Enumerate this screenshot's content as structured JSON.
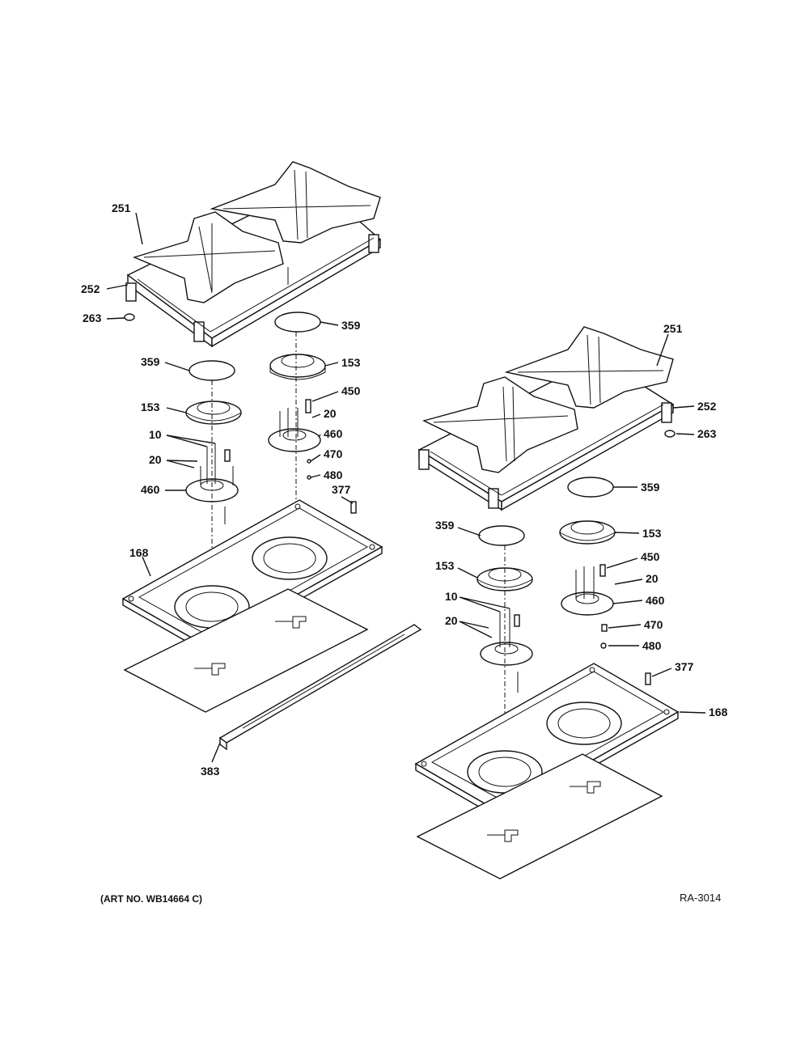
{
  "callouts": {
    "left": {
      "grate": "251",
      "grate_frame": "252",
      "foot": "263",
      "cap_rear": "359",
      "head_rear": "153",
      "cap_front": "359",
      "head_front": "153",
      "electrode_rear": "450",
      "screw_rear": "20",
      "base_rear": "460",
      "spring_rear": "470",
      "grommet_rear": "480",
      "screws_front": "10",
      "screw_front": "20",
      "base_front": "460",
      "clip": "377",
      "burner_box": "168",
      "rail": "383"
    },
    "right": {
      "grate": "251",
      "grate_frame": "252",
      "foot": "263",
      "cap_rear": "359",
      "head_rear": "153",
      "cap_front": "359",
      "head_front": "153",
      "electrode_rear": "450",
      "screw_rear": "20",
      "base_rear": "460",
      "spring_rear": "470",
      "grommet_rear": "480",
      "screws_front": "10",
      "screw_front": "20",
      "clip": "377",
      "burner_box": "168"
    }
  },
  "footer": {
    "art_no": "(ART NO. WB14664 C)",
    "code": "RA-3014"
  }
}
